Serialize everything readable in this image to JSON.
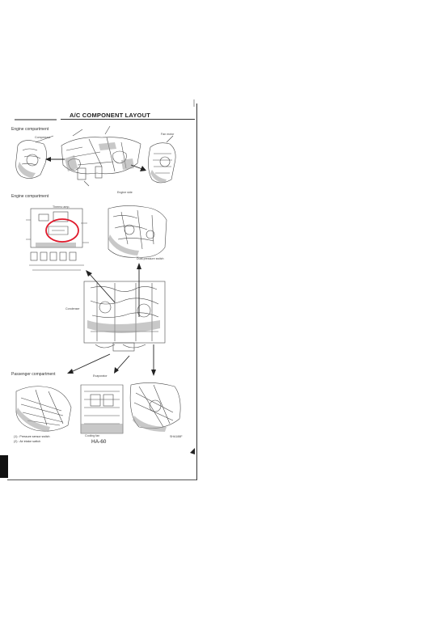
{
  "header": {
    "title": "A/C COMPONENT LAYOUT",
    "page_number": "HA-60",
    "document_code": "SHA188F"
  },
  "sections": [
    {
      "label": "Engine compartment"
    },
    {
      "label": "Engine compartment"
    },
    {
      "label": "Passenger compartment"
    }
  ],
  "labels": {
    "engine_side": "Engine side",
    "fan_motor": "Fan motor",
    "compressor": "Compressor",
    "thermo_amp": "Thermo amp.",
    "dual_pressure_switch": "Dual-pressure switch",
    "condenser": "Condenser",
    "evaporator": "Evaporator",
    "cooling_fan": "Cooling fan"
  },
  "footnotes": [
    "(1) : Pressure sensor switch",
    "(2) : Air intake switch"
  ],
  "annotations": {
    "highlight_color": "#e0192b"
  }
}
